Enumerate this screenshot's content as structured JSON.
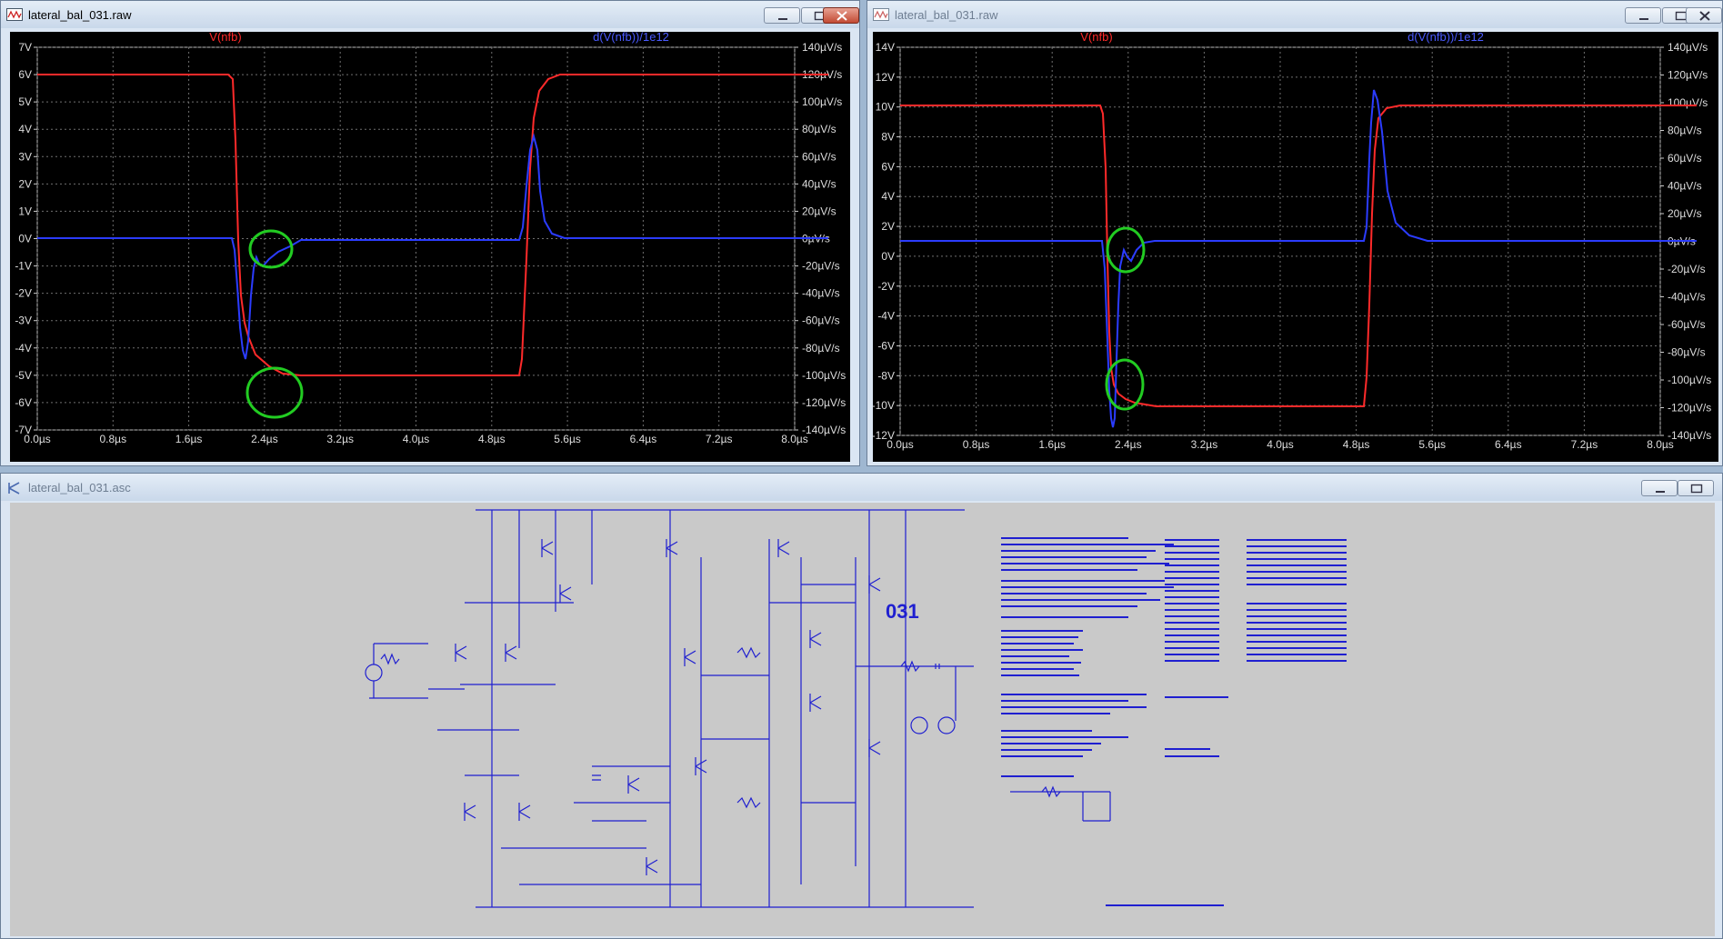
{
  "windows": {
    "left": {
      "title": "lateral_bal_031.raw",
      "trace1_label": "V(nfb)",
      "trace2_label": "d(V(nfb))/1e12",
      "y_left_ticks": [
        "7V",
        "6V",
        "5V",
        "4V",
        "3V",
        "2V",
        "1V",
        "0V",
        "-1V",
        "-2V",
        "-3V",
        "-4V",
        "-5V",
        "-6V",
        "-7V"
      ],
      "y_right_ticks": [
        "140µV/s",
        "120µV/s",
        "100µV/s",
        "80µV/s",
        "60µV/s",
        "40µV/s",
        "20µV/s",
        "0µV/s",
        "-20µV/s",
        "-40µV/s",
        "-60µV/s",
        "-80µV/s",
        "-100µV/s",
        "-120µV/s",
        "-140µV/s"
      ],
      "x_ticks": [
        "0.0µs",
        "0.8µs",
        "1.6µs",
        "2.4µs",
        "3.2µs",
        "4.0µs",
        "4.8µs",
        "5.6µs",
        "6.4µs",
        "7.2µs",
        "8.0µs"
      ]
    },
    "right": {
      "title": "lateral_bal_031.raw",
      "trace1_label": "V(nfb)",
      "trace2_label": "d(V(nfb))/1e12",
      "y_left_ticks": [
        "14V",
        "12V",
        "10V",
        "8V",
        "6V",
        "4V",
        "2V",
        "0V",
        "-2V",
        "-4V",
        "-6V",
        "-8V",
        "-10V",
        "-12V"
      ],
      "y_right_ticks": [
        "140µV/s",
        "120µV/s",
        "100µV/s",
        "80µV/s",
        "60µV/s",
        "40µV/s",
        "20µV/s",
        "0µV/s",
        "-20µV/s",
        "-40µV/s",
        "-60µV/s",
        "-80µV/s",
        "-100µV/s",
        "-120µV/s",
        "-140µV/s"
      ],
      "x_ticks": [
        "0.0µs",
        "0.8µs",
        "1.6µs",
        "2.4µs",
        "3.2µs",
        "4.0µs",
        "4.8µs",
        "5.6µs",
        "6.4µs",
        "7.2µs",
        "8.0µs"
      ]
    },
    "bottom": {
      "title": "lateral_bal_031.asc",
      "schematic_number": "031"
    }
  },
  "colors": {
    "trace_red": "#ff2a2a",
    "trace_blue": "#2b3cff",
    "highlight_green": "#22cc22",
    "grid": "#7a7a7a",
    "schematic_wire": "#1f1fd0"
  },
  "icons": [
    "waveform-icon",
    "schematic-icon",
    "minimize-icon",
    "maximize-icon",
    "close-icon"
  ]
}
